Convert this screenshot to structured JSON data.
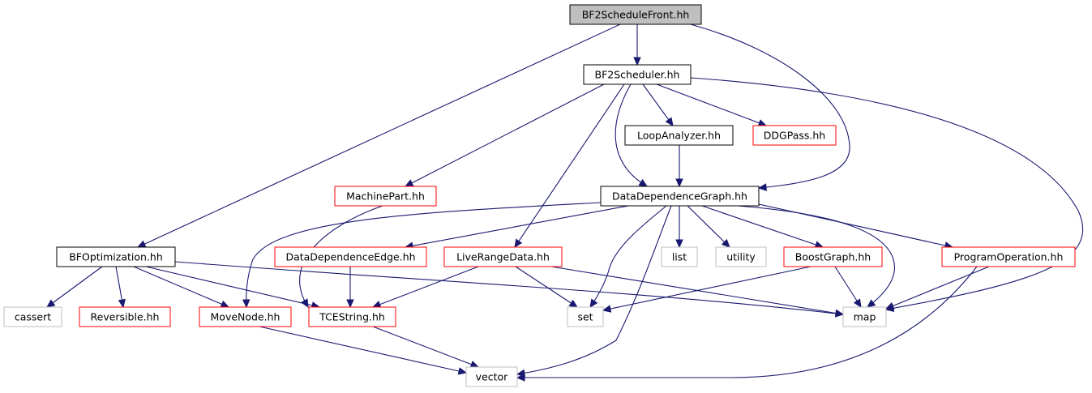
{
  "graph": {
    "nodes": [
      {
        "id": "bf2schedulefront",
        "label": "BF2ScheduleFront.hh",
        "kind": "root"
      },
      {
        "id": "bf2scheduler",
        "label": "BF2Scheduler.hh",
        "kind": "documented"
      },
      {
        "id": "loopanalyzer",
        "label": "LoopAnalyzer.hh",
        "kind": "documented"
      },
      {
        "id": "ddgpass",
        "label": "DDGPass.hh",
        "kind": "truncated"
      },
      {
        "id": "machinepart",
        "label": "MachinePart.hh",
        "kind": "truncated"
      },
      {
        "id": "datadependencegraph",
        "label": "DataDependenceGraph.hh",
        "kind": "documented"
      },
      {
        "id": "bfoptimization",
        "label": "BFOptimization.hh",
        "kind": "documented"
      },
      {
        "id": "datadependenceedge",
        "label": "DataDependenceEdge.hh",
        "kind": "truncated"
      },
      {
        "id": "liverangedata",
        "label": "LiveRangeData.hh",
        "kind": "truncated"
      },
      {
        "id": "list",
        "label": "list",
        "kind": "external"
      },
      {
        "id": "utility",
        "label": "utility",
        "kind": "external"
      },
      {
        "id": "boostgraph",
        "label": "BoostGraph.hh",
        "kind": "truncated"
      },
      {
        "id": "programoperation",
        "label": "ProgramOperation.hh",
        "kind": "truncated"
      },
      {
        "id": "cassert",
        "label": "cassert",
        "kind": "external"
      },
      {
        "id": "reversible",
        "label": "Reversible.hh",
        "kind": "truncated"
      },
      {
        "id": "movenode",
        "label": "MoveNode.hh",
        "kind": "truncated"
      },
      {
        "id": "tcestring",
        "label": "TCEString.hh",
        "kind": "truncated"
      },
      {
        "id": "set",
        "label": "set",
        "kind": "external"
      },
      {
        "id": "map",
        "label": "map",
        "kind": "external"
      },
      {
        "id": "vector",
        "label": "vector",
        "kind": "external"
      }
    ],
    "edges": [
      [
        "bf2schedulefront",
        "bf2scheduler"
      ],
      [
        "bf2schedulefront",
        "bfoptimization"
      ],
      [
        "bf2schedulefront",
        "datadependencegraph"
      ],
      [
        "bf2scheduler",
        "loopanalyzer"
      ],
      [
        "bf2scheduler",
        "ddgpass"
      ],
      [
        "bf2scheduler",
        "machinepart"
      ],
      [
        "bf2scheduler",
        "datadependencegraph"
      ],
      [
        "bf2scheduler",
        "liverangedata"
      ],
      [
        "bf2scheduler",
        "map"
      ],
      [
        "loopanalyzer",
        "datadependencegraph"
      ],
      [
        "machinepart",
        "tcestring"
      ],
      [
        "datadependencegraph",
        "movenode"
      ],
      [
        "datadependencegraph",
        "datadependenceedge"
      ],
      [
        "datadependencegraph",
        "set"
      ],
      [
        "datadependencegraph",
        "vector"
      ],
      [
        "datadependencegraph",
        "list"
      ],
      [
        "datadependencegraph",
        "utility"
      ],
      [
        "datadependencegraph",
        "boostgraph"
      ],
      [
        "datadependencegraph",
        "map"
      ],
      [
        "datadependencegraph",
        "programoperation"
      ],
      [
        "bfoptimization",
        "cassert"
      ],
      [
        "bfoptimization",
        "reversible"
      ],
      [
        "bfoptimization",
        "movenode"
      ],
      [
        "bfoptimization",
        "tcestring"
      ],
      [
        "bfoptimization",
        "map"
      ],
      [
        "datadependenceedge",
        "tcestring"
      ],
      [
        "liverangedata",
        "tcestring"
      ],
      [
        "liverangedata",
        "set"
      ],
      [
        "liverangedata",
        "map"
      ],
      [
        "boostgraph",
        "set"
      ],
      [
        "boostgraph",
        "map"
      ],
      [
        "programoperation",
        "map"
      ],
      [
        "programoperation",
        "vector"
      ],
      [
        "movenode",
        "vector"
      ],
      [
        "tcestring",
        "vector"
      ]
    ]
  },
  "colors": {
    "edge": "#191970",
    "root_fill": "#bfbfbf",
    "root_border": "#000000",
    "documented_border": "#000000",
    "truncated_border": "#ff0000",
    "external_border": "#bfbfbf"
  }
}
